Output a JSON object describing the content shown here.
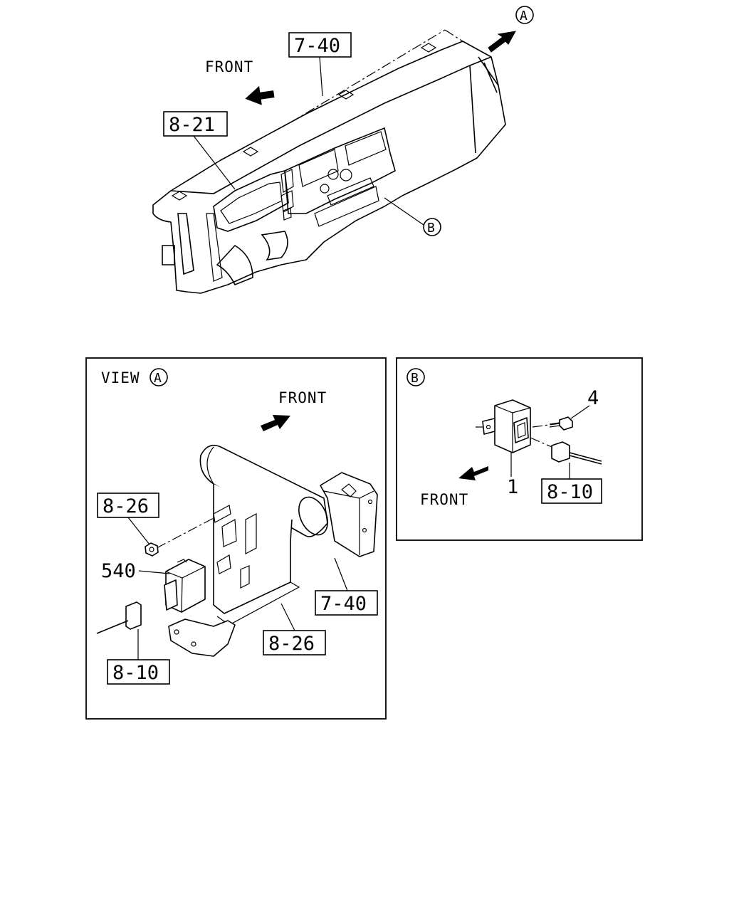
{
  "top_view": {
    "front_label": "FRONT",
    "callouts": {
      "upper_panel": "7-40",
      "meter_panel": "8-21"
    },
    "circle_a": "A",
    "circle_b": "B"
  },
  "view_a": {
    "view_word": "VIEW",
    "view_circle": "A",
    "front_label": "FRONT",
    "callouts": {
      "bracket_top": "8-26",
      "unit": "540",
      "panel": "7-40",
      "bracket_bottom": "8-26",
      "harness": "8-10"
    }
  },
  "view_b": {
    "view_circle": "B",
    "front_label": "FRONT",
    "callouts": {
      "bolt": "4",
      "relay": "1",
      "harness": "8-10"
    }
  }
}
